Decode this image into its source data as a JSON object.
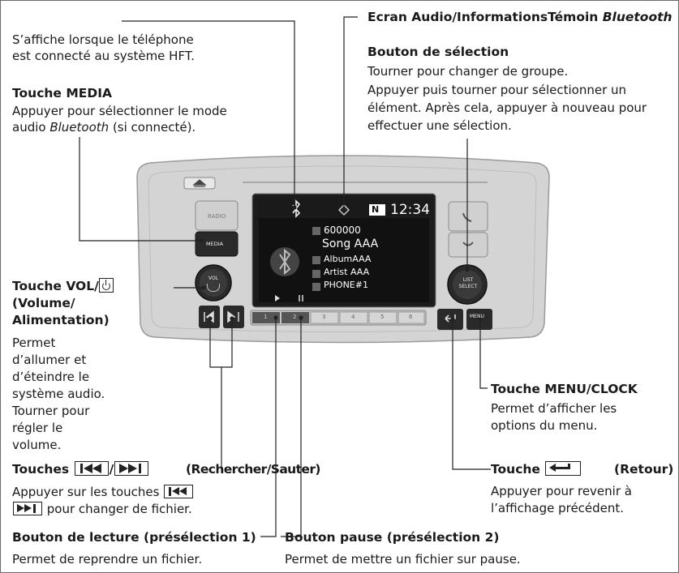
{
  "callouts": {
    "bt_indicator": {
      "desc": [
        "S’affiche lorsque le téléphone",
        "est connecté au système HFT."
      ]
    },
    "media": {
      "title": "Touche MEDIA",
      "desc_line1": "Appuyer pour sélectionner le mode",
      "desc_line2_pre": "audio ",
      "desc_line2_italic": "Bluetooth",
      "desc_line2_post": " (si connecté)."
    },
    "screen_bt": {
      "title_part1": "Ecran Audio/Informations",
      "title_part2_pre": "Témoin ",
      "title_part2_italic": "Bluetooth"
    },
    "selector": {
      "title": "Bouton de sélection",
      "desc": [
        "Tourner pour changer de groupe.",
        "Appuyer puis tourner pour sélectionner un",
        "élément. Après cela, appuyer à nouveau pour",
        "effectuer une sélection."
      ]
    },
    "vol": {
      "title_pre": "Touche VOL/",
      "title_lines": [
        "(Volume/",
        "Alimentation)"
      ],
      "desc": [
        "Permet",
        "d’allumer et",
        "d’éteindre le",
        "système audio.",
        "Tourner pour",
        "régler le",
        "volume."
      ]
    },
    "menu": {
      "title": "Touche MENU/CLOCK",
      "desc": [
        "Permet d’afficher les",
        "options du menu."
      ]
    },
    "seek": {
      "title_pre": "Touches",
      "title_slash": "/",
      "title_post": "(Rechercher/Sauter)",
      "desc_line1": "Appuyer sur les touches",
      "desc_line2": "pour changer de fichier."
    },
    "back": {
      "title_pre": "Touche",
      "title_post": "(Retour)",
      "desc": [
        "Appuyer pour revenir à",
        "l’affichage précédent."
      ]
    },
    "preset1": {
      "title": "Bouton de lecture (présélection 1)",
      "desc": "Permet de reprendre un fichier."
    },
    "preset2": {
      "title": "Bouton pause (présélection 2)",
      "desc": "Permet de mettre un fichier sur pause."
    }
  },
  "unit": {
    "screen": {
      "time": "12:34",
      "mode": "N",
      "station": "600000",
      "song": "Song AAA",
      "album": "AlbumAAA",
      "artist": "Artist AAA",
      "phone": "PHONE#1"
    },
    "left_buttons": {
      "radio": "RADIO",
      "media": "MEDIA",
      "vol": "VOL"
    },
    "right_buttons": {
      "select": "LIST SELECT",
      "menu": "MENU"
    },
    "presets": [
      "1",
      "2",
      "3",
      "4",
      "5",
      "6"
    ]
  },
  "colors": {
    "text": "#1a1a1a",
    "line": "#222222",
    "bezel": "#d2d2d2",
    "screen": "#111111",
    "button_dark": "#2a2a2a"
  }
}
